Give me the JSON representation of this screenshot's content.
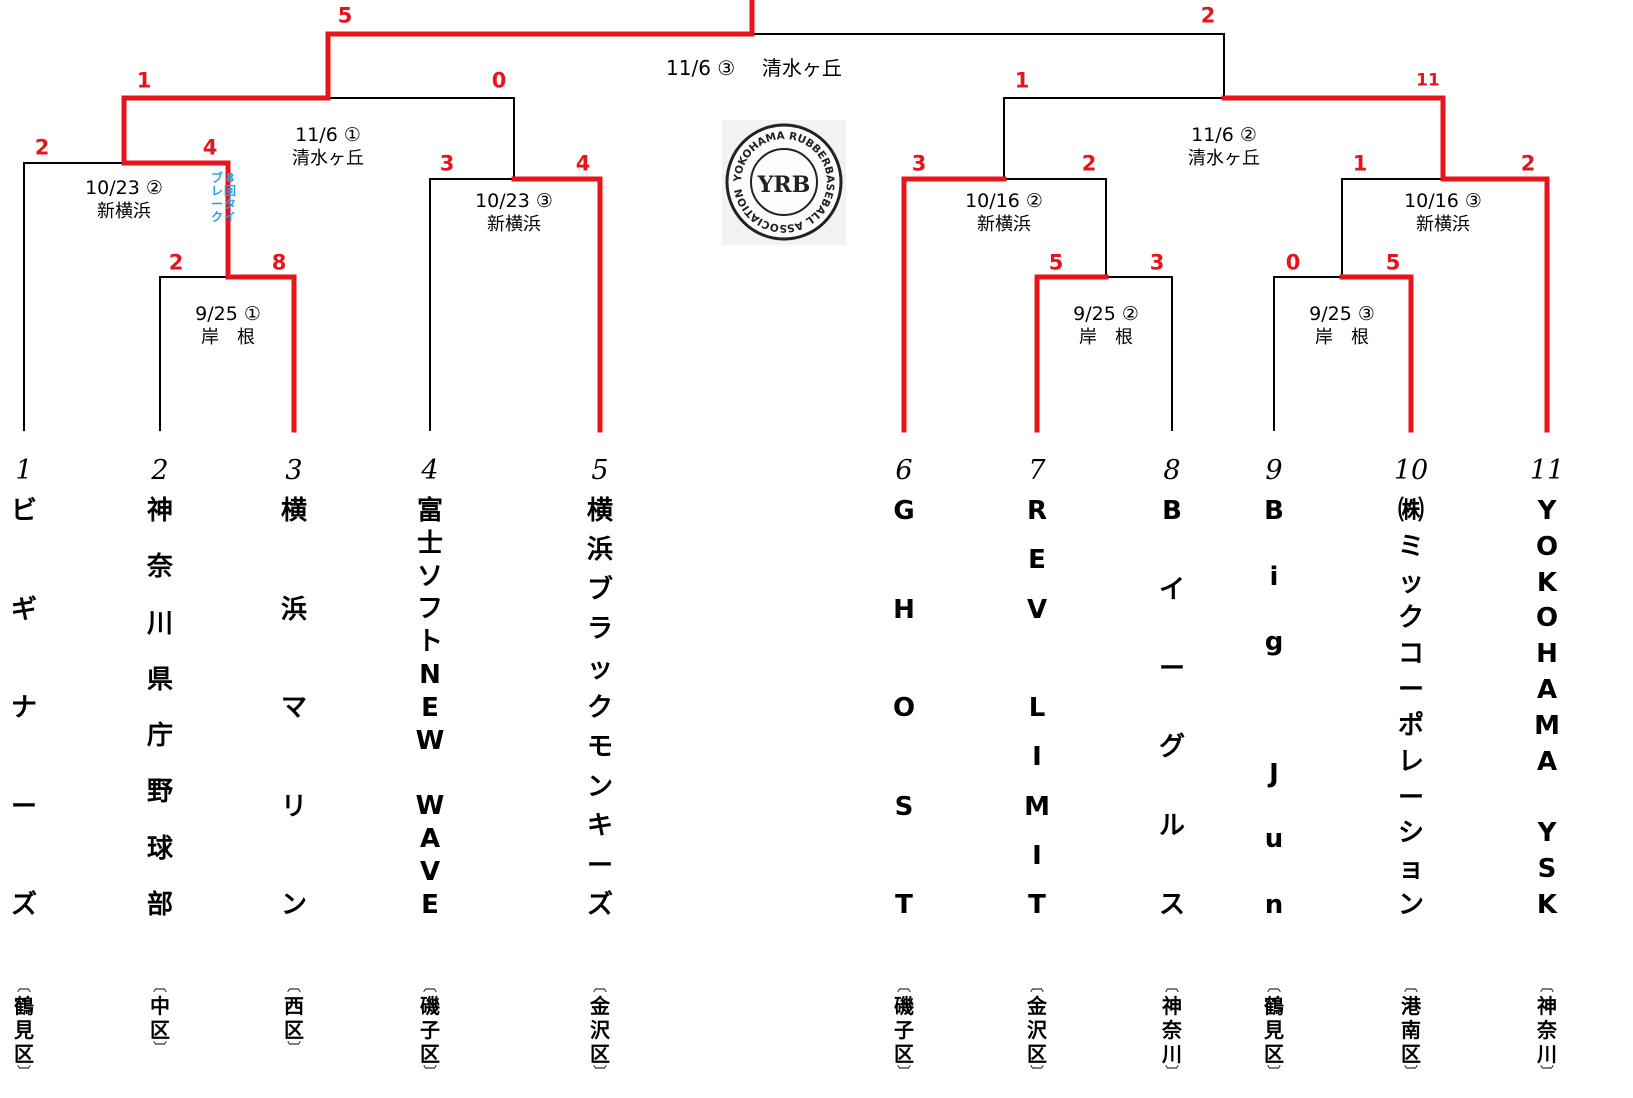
{
  "teams": [
    {
      "num": "1",
      "name": "ビギナーズ",
      "ward": "鶴見区"
    },
    {
      "num": "2",
      "name": "神奈川県庁野球部",
      "ward": "中区"
    },
    {
      "num": "3",
      "name": "横浜マリン",
      "ward": "西区"
    },
    {
      "num": "4",
      "name": "富士ソフトNEW WAVE",
      "ward": "磯子区"
    },
    {
      "num": "5",
      "name": "横浜ブラックモンキーズ",
      "ward": "金沢区"
    },
    {
      "num": "6",
      "name": "GHOST",
      "ward": "磯子区"
    },
    {
      "num": "7",
      "name": "REV LIMIT",
      "ward": "金沢区"
    },
    {
      "num": "8",
      "name": "Bイーグルス",
      "ward": "神奈川"
    },
    {
      "num": "9",
      "name": "Big Jun",
      "ward": "鶴見区"
    },
    {
      "num": "10",
      "name": "㈱ミックコーポレーション",
      "ward": "港南区"
    },
    {
      "num": "11",
      "name": "YOKOHAMA YSK",
      "ward": "神奈川"
    }
  ],
  "games": [
    {
      "id": "g1",
      "date": "9/25 ①",
      "venue": "岸　根",
      "score_left": "2",
      "score_right": "8",
      "note": "8回タイブレーク"
    },
    {
      "id": "g2",
      "date": "9/25 ②",
      "venue": "岸　根",
      "score_left": "5",
      "score_right": "3"
    },
    {
      "id": "g3",
      "date": "9/25 ③",
      "venue": "岸　根",
      "score_left": "0",
      "score_right": "5"
    },
    {
      "id": "g4",
      "date": "10/23 ②",
      "venue": "新横浜",
      "score_left": "2",
      "score_right": "4"
    },
    {
      "id": "g5",
      "date": "10/23 ③",
      "venue": "新横浜",
      "score_left": "3",
      "score_right": "4"
    },
    {
      "id": "g6",
      "date": "10/16 ②",
      "venue": "新横浜",
      "score_left": "3",
      "score_right": "2"
    },
    {
      "id": "g7",
      "date": "10/16 ③",
      "venue": "新横浜",
      "score_left": "1",
      "score_right": "2"
    },
    {
      "id": "g8",
      "date": "11/6 ①",
      "venue": "清水ヶ丘",
      "score_left": "1",
      "score_right": "0"
    },
    {
      "id": "g9",
      "date": "11/6 ②",
      "venue": "清水ヶ丘",
      "score_left": "1",
      "score_right": "11"
    },
    {
      "id": "g10",
      "date": "11/6 ③",
      "venue": "清水ヶ丘",
      "score_left": "5",
      "score_right": "2"
    }
  ],
  "logo": {
    "text": "YOKOHAMA RUBBERBASEBALL ASSOCIATION",
    "initials": "YRB"
  },
  "colors": {
    "win_line": "#e8141b",
    "lose_line": "#000000",
    "note": "#29a3e0"
  }
}
